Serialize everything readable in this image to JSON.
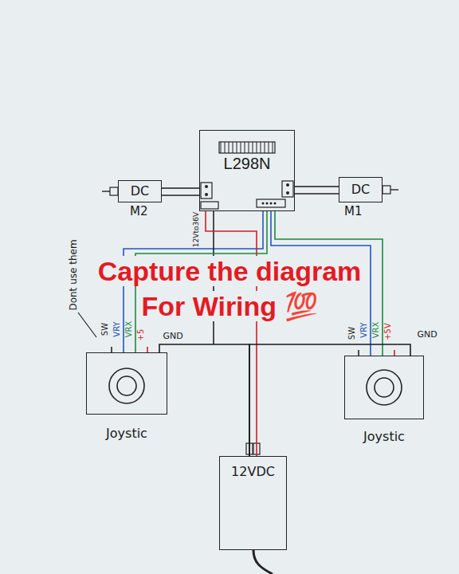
{
  "diagram": {
    "title": "Capture the diagram For Wiring 💯",
    "nodes": [
      {
        "text": [
          "L298N"
        ]
      },
      {
        "text": [
          "DC",
          "M2"
        ]
      },
      {
        "text": [
          "DC",
          "M1"
        ]
      },
      {
        "text": [
          "Joystic"
        ]
      },
      {
        "text": [
          "Joystic"
        ]
      },
      {
        "text": [
          "12VDC"
        ]
      }
    ],
    "edges": [
      {
        "from": 1,
        "to": 0,
        "arrow": "none"
      },
      {
        "from": 2,
        "to": 0,
        "arrow": "none"
      },
      {
        "from": 5,
        "to": 0,
        "arrow": "none"
      },
      {
        "from": 3,
        "to": 0,
        "arrow": "none"
      },
      {
        "from": 4,
        "to": 0,
        "arrow": "none"
      },
      {
        "from": 3,
        "to": 5,
        "arrow": "none"
      },
      {
        "from": 4,
        "to": 5,
        "arrow": "none"
      }
    ],
    "labels": [
      "Dont use them",
      "12Vto36V",
      "SW",
      "VRY",
      "VRX",
      "+5",
      "GND",
      "SW",
      "VRY",
      "VRX",
      "+5V",
      "GND"
    ]
  }
}
